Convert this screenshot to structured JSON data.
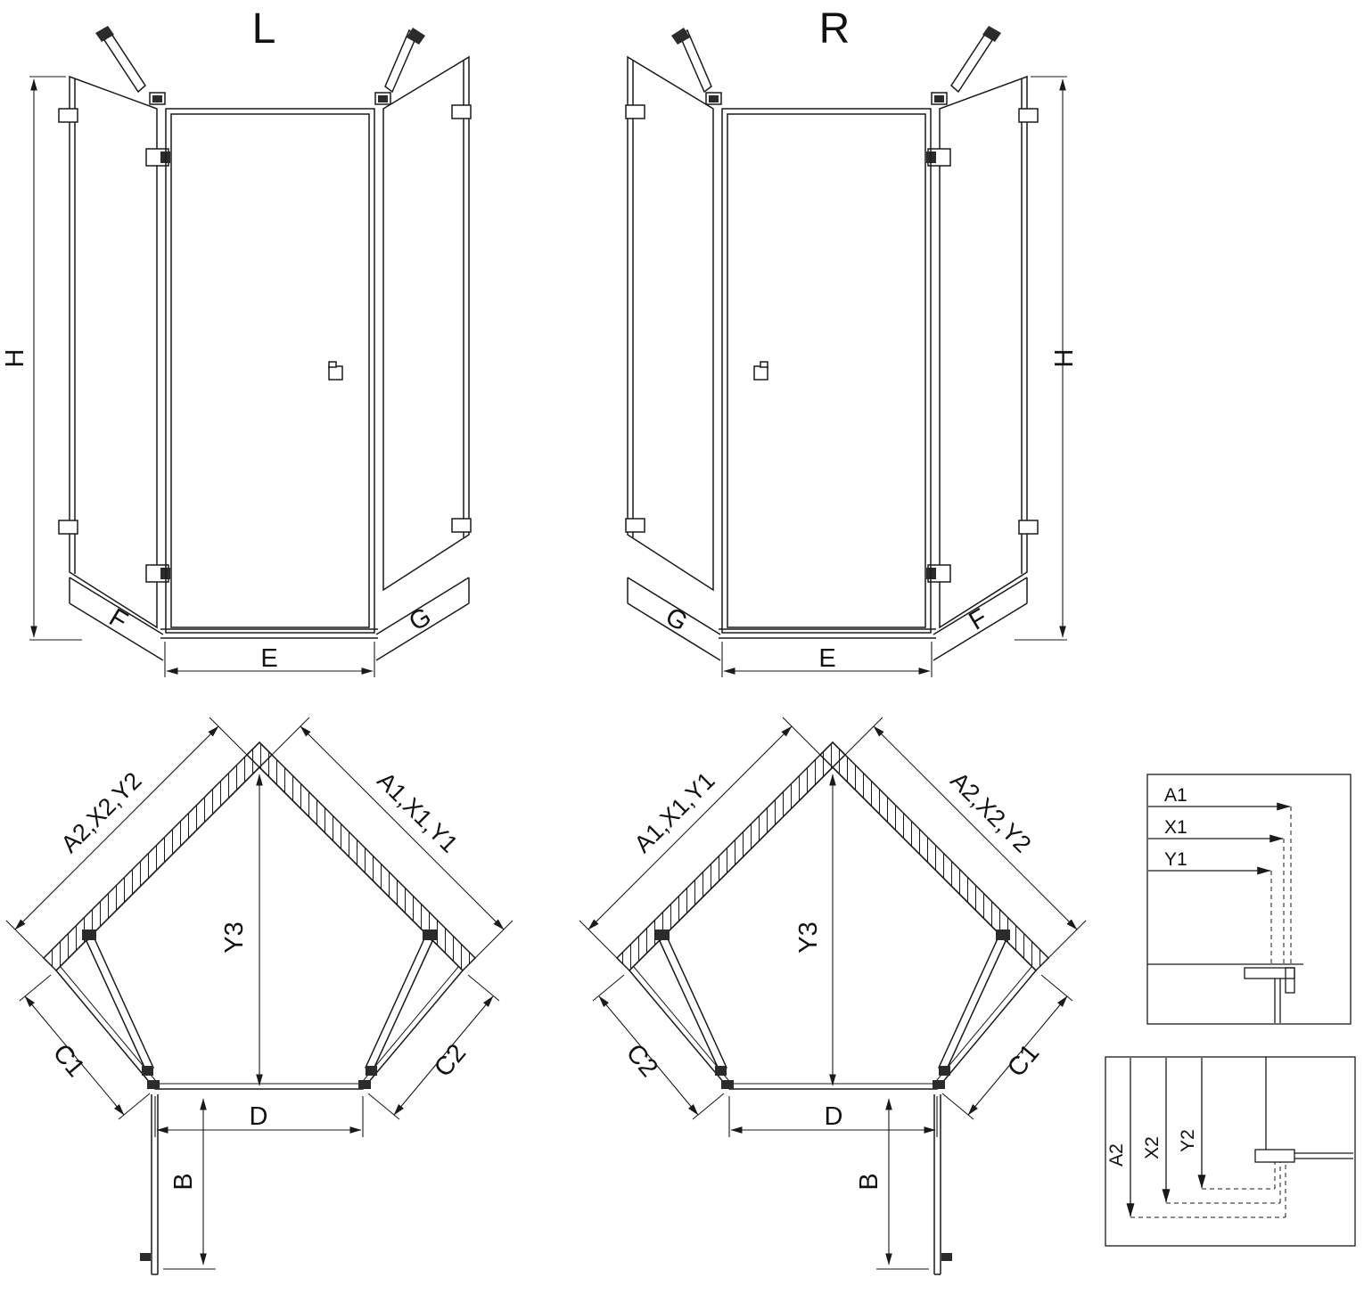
{
  "diagram": {
    "left_unit": {
      "title": "L",
      "front": {
        "height_dim": "H",
        "left_tray_dim": "F",
        "door_width_dim": "E",
        "right_tray_dim": "G"
      },
      "plan": {
        "left_wall_dim": "A2,X2,Y2",
        "right_wall_dim": "A1,X1,Y1",
        "depth_dim": "Y3",
        "left_side_dim": "C1",
        "right_side_dim": "C2",
        "door_opening_dim": "D",
        "door_swing_dim": "B"
      }
    },
    "right_unit": {
      "title": "R",
      "front": {
        "height_dim": "H",
        "left_tray_dim": "G",
        "door_width_dim": "E",
        "right_tray_dim": "F"
      },
      "plan": {
        "left_wall_dim": "A1,X1,Y1",
        "right_wall_dim": "A2,X2,Y2",
        "depth_dim": "Y3",
        "left_side_dim": "C2",
        "right_side_dim": "C1",
        "door_opening_dim": "D",
        "door_swing_dim": "B"
      }
    },
    "wall_profile_detail": {
      "dims": [
        "A1",
        "X1",
        "Y1"
      ]
    },
    "floor_profile_detail": {
      "dims": [
        "A2",
        "X2",
        "Y2"
      ]
    }
  }
}
